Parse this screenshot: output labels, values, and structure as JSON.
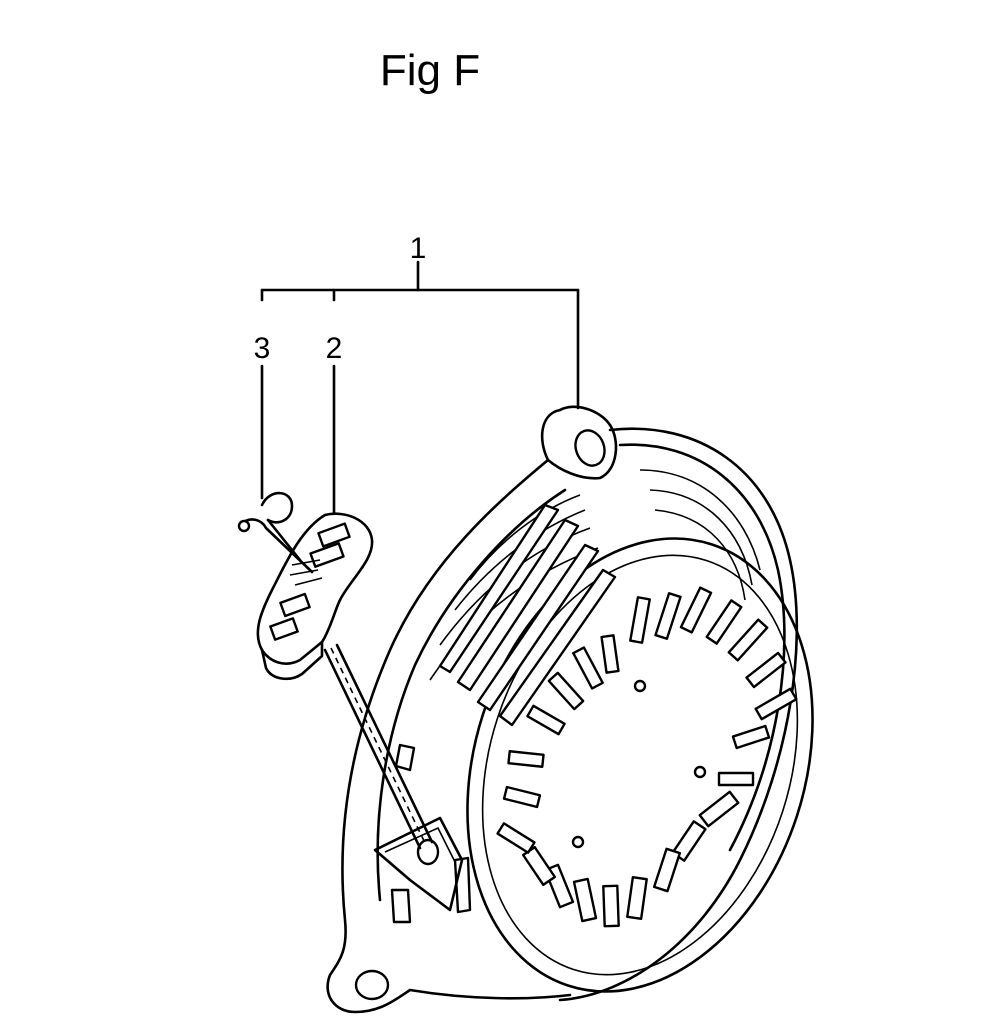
{
  "title": "Fig F",
  "callouts": {
    "assembly": "1",
    "handle": "2",
    "knot": "3"
  },
  "colors": {
    "line": "#000000",
    "background": "#ffffff"
  }
}
